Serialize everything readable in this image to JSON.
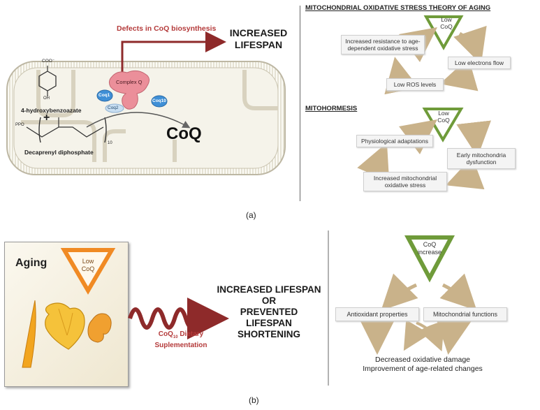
{
  "panel_a": {
    "defects_label": "Defects in CoQ biosynthesis",
    "increased_lifespan": [
      "INCREASED",
      "LIFESPAN"
    ],
    "molecule1": "4-hydroxybenzoazate",
    "molecule1_coo": "COO⁻",
    "molecule1_oh": "OH",
    "plus": "+",
    "molecule2": "Decaprenyl diphosphate",
    "molecule2_ppo": "PPO",
    "molecule2_sub": "10",
    "coq1": "Coq1",
    "coq2": "Coq2",
    "coq10": "Coq10",
    "complex_q": "Complex Q",
    "coq_product": "CoQ",
    "caption": "(a)"
  },
  "theory": {
    "title": "MITOCHONDRIAL OXIDATIVE STRESS THEORY OF AGING",
    "triangle": [
      "Low",
      "CoQ"
    ],
    "box1": "Increased resistance to age-dependent oxidative stress",
    "box2": "Low electrons flow",
    "box3": "Low ROS levels"
  },
  "mitohormesis": {
    "title": "MITOHORMESIS",
    "triangle": [
      "Low",
      "CoQ"
    ],
    "box1": "Physiological adaptations",
    "box2": "Early mitochondria dysfunction",
    "box3": "Increased mitochondrial oxidative stress"
  },
  "panel_b": {
    "aging": "Aging",
    "triangle": [
      "Low",
      "CoQ"
    ],
    "supplement_line1_pre": "CoQ",
    "supplement_line1_sub": "10",
    "supplement_line1_post": " Dietary",
    "supplement_line2": "Suplementation",
    "outcome": [
      "INCREASED LIFESPAN",
      "OR",
      "PREVENTED",
      "LIFESPAN",
      "SHORTENING"
    ],
    "triangle_right": [
      "CoQ",
      "increase"
    ],
    "box_left": "Antioxidant properties",
    "box_right": "Mitochondrial functions",
    "result1": "Decreased oxidative damage",
    "result2": "Improvement of age-related changes",
    "caption": "(b)"
  },
  "colors": {
    "dark_red": "#8e2a2a",
    "green": "#6f9b3a",
    "orange": "#f08a24",
    "arrow_tan": "#c9b28a",
    "mito_fill": "#f3f1e6",
    "pink": "#e88a95",
    "blue": "#3f8fd6"
  }
}
